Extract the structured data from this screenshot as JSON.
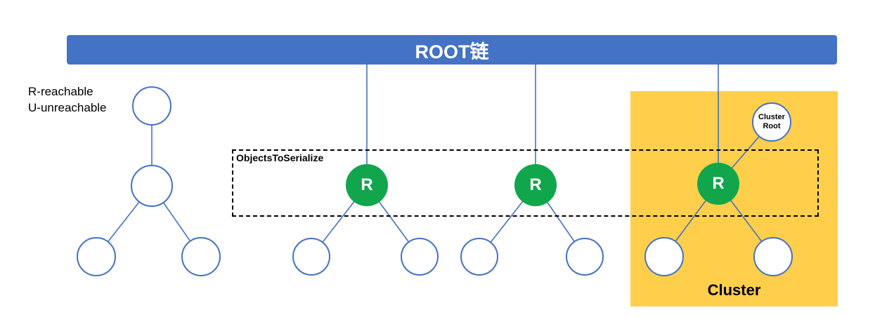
{
  "header": {
    "title": "ROOT链"
  },
  "legend": {
    "line1": "R-reachable",
    "line2": "U-unreachable"
  },
  "serialize_box": {
    "label": "ObjectsToSerialize"
  },
  "cluster": {
    "label": "Cluster",
    "root_line1": "Cluster",
    "root_line2": "Root"
  },
  "nodes": {
    "r_label": "R"
  },
  "colors": {
    "bar_blue": "#4472C4",
    "line_blue": "#4472C4",
    "node_border_blue": "#4472C4",
    "node_green": "#11A64C",
    "cluster_yellow": "#FFCF4B",
    "dashed_border": "#000000",
    "text_black": "#000000",
    "text_white": "#FFFFFF"
  }
}
